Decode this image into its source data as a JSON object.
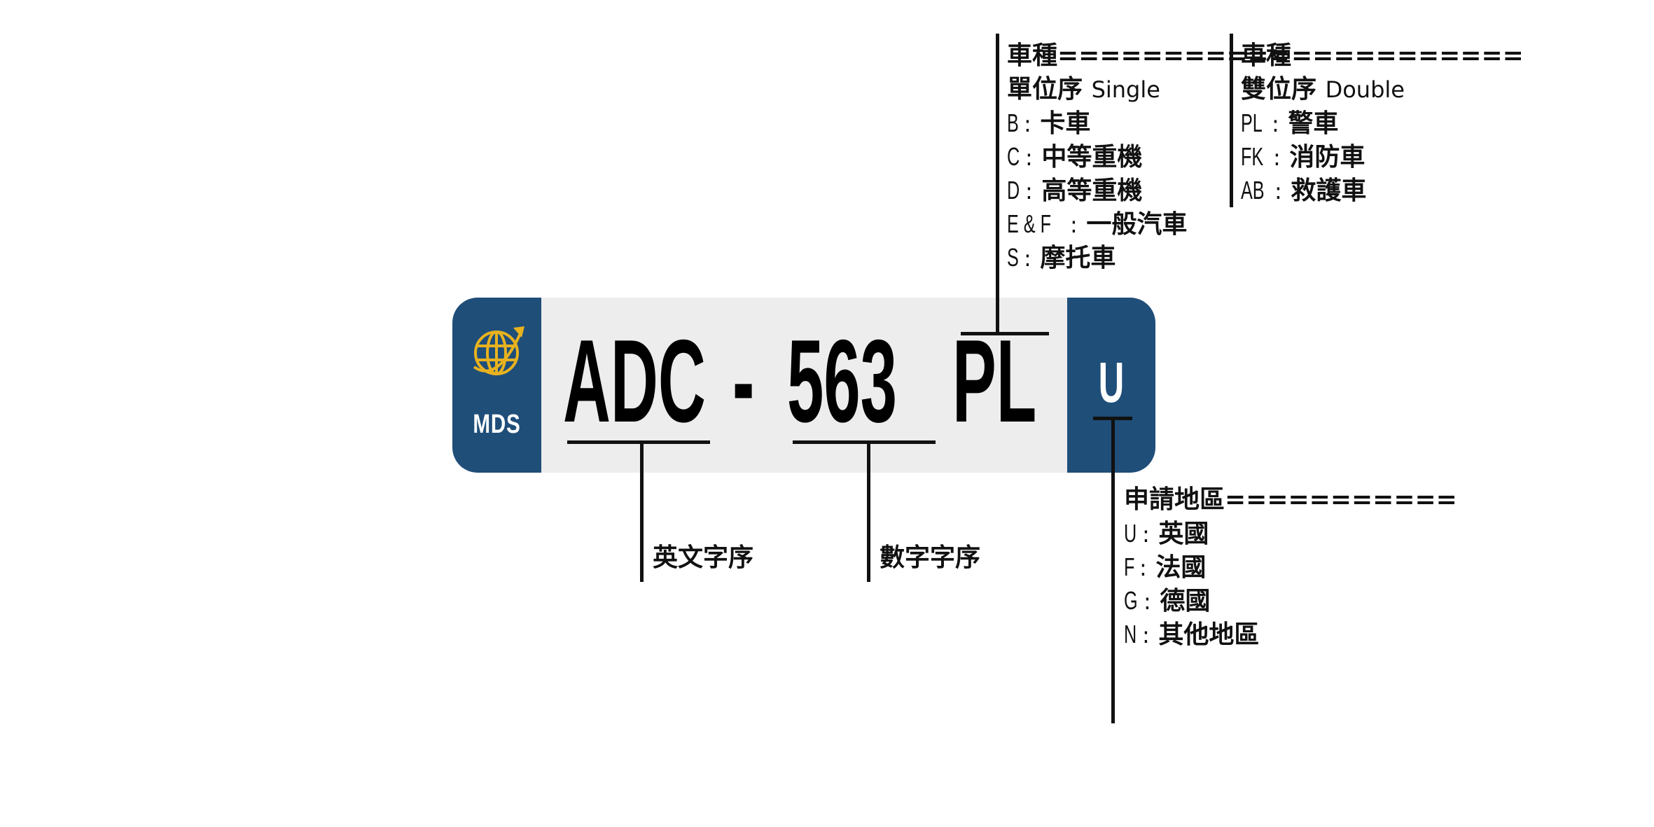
{
  "plate": {
    "brand": "MDS",
    "letters": "ADC",
    "dash": "-",
    "numbers": "563",
    "type_code": "PL",
    "country_code": "U",
    "colors": {
      "blue": "#1f4e79",
      "globe": "#e8b21f",
      "plate_bg": "#ededed"
    },
    "logo_icon": "globe-arrow-icon"
  },
  "labels": {
    "letters": "英文字序",
    "numbers": "數字字序"
  },
  "single": {
    "header": "車種===========",
    "title": "單位序",
    "title_en": "Single",
    "items": [
      {
        "code": "B",
        "sep": ":",
        "name": "卡車"
      },
      {
        "code": "C",
        "sep": ":",
        "name": "中等重機"
      },
      {
        "code": "D",
        "sep": ":",
        "name": "高等重機"
      },
      {
        "code": "E & F",
        "sep": ":",
        "name": "一般汽車"
      },
      {
        "code": "S",
        "sep": ":",
        "name": "摩托車"
      }
    ]
  },
  "double": {
    "header": "車種===========",
    "title": "雙位序",
    "title_en": "Double",
    "items": [
      {
        "code": "PL",
        "sep": ":",
        "name": "警車"
      },
      {
        "code": "FK",
        "sep": ":",
        "name": "消防車"
      },
      {
        "code": "AB",
        "sep": ":",
        "name": "救護車"
      }
    ]
  },
  "region": {
    "header": "申請地區===========",
    "items": [
      {
        "code": "U",
        "sep": ":",
        "name": "英國"
      },
      {
        "code": "F",
        "sep": ":",
        "name": "法國"
      },
      {
        "code": "G",
        "sep": ":",
        "name": "德國"
      },
      {
        "code": "N",
        "sep": ":",
        "name": "其他地區"
      }
    ]
  }
}
